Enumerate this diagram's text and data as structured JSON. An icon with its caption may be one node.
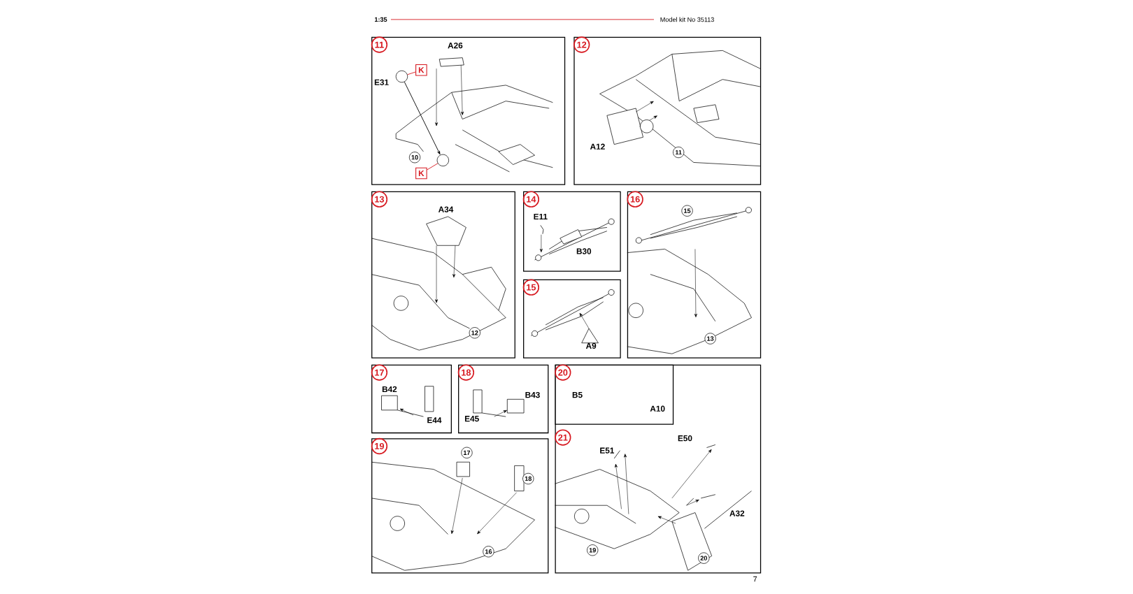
{
  "diagram": {
    "nodes": [
      {
        "text": [
          "11"
        ]
      },
      {
        "text": [
          "K"
        ],
        "in": 0
      },
      {
        "text": [
          "K"
        ],
        "in": 0
      },
      {
        "text": [],
        "shape": "circle",
        "in": 0
      },
      {
        "text": [],
        "shape": "circle",
        "in": 0
      },
      {
        "text": [
          "12"
        ]
      },
      {
        "text": [
          "13"
        ]
      },
      {
        "text": [
          "14"
        ]
      },
      {
        "text": [
          "15"
        ]
      },
      {
        "text": [
          "16"
        ]
      },
      {
        "text": [
          "17"
        ]
      },
      {
        "text": [
          "18"
        ]
      },
      {
        "text": [
          "21"
        ]
      },
      {
        "text": [
          "20"
        ],
        "in": 12
      },
      {
        "text": [
          "19"
        ]
      }
    ],
    "edges": [
      {
        "from": 1,
        "to": 3,
        "arrow": "none"
      },
      {
        "from": 2,
        "to": 4,
        "arrow": "none"
      },
      {
        "from": 3,
        "to": 4,
        "arrow": "to",
        "color": "#000000"
      }
    ],
    "labels": [
      "1:35",
      "Model kit No 35113",
      "A26",
      "E31",
      "10",
      "A12",
      "11",
      "A34",
      "12",
      "E11",
      "B30",
      "A9",
      "15",
      "13",
      "B42",
      "E44",
      "B43",
      "E45",
      "B5",
      "A10",
      "E50",
      "E51",
      "A32",
      "19",
      "20",
      "17",
      "18",
      "16",
      "7"
    ]
  }
}
